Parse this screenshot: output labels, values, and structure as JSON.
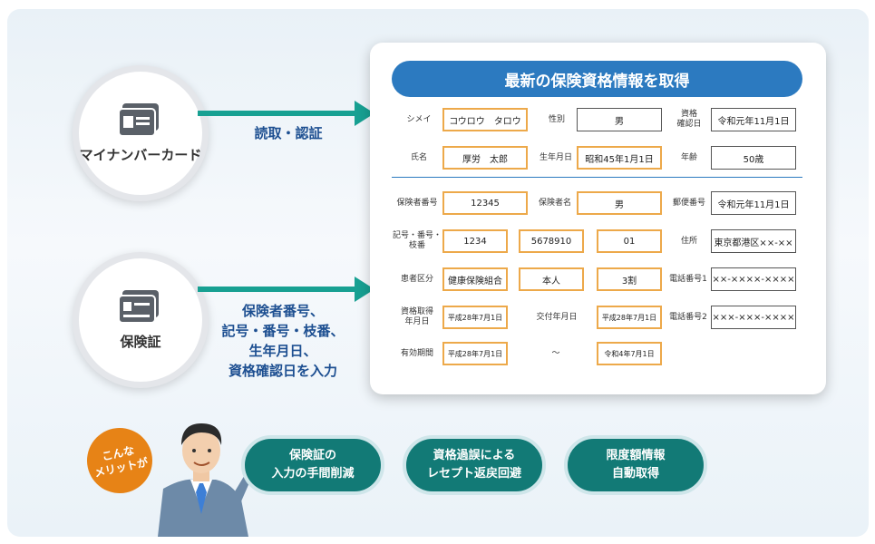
{
  "circles": {
    "mynumber": {
      "label": "マイナンバーカード"
    },
    "insurance": {
      "label": "保険証"
    }
  },
  "arrows": {
    "top_label": "読取・認証",
    "bottom_lines": [
      "保険者番号、",
      "記号・番号・枝番、",
      "生年月日、",
      "資格確認日を入力"
    ]
  },
  "panel": {
    "title": "最新の保険資格情報を取得",
    "fields": {
      "kana_label": "シメイ",
      "kana_value": "コウロウ　タロウ",
      "sex_label": "性別",
      "sex_value": "男",
      "confirm_label": "資格\n確認日",
      "confirm_value": "令和元年11月1日",
      "name_label": "氏名",
      "name_value": "厚労　太郎",
      "birth_label": "生年月日",
      "birth_value": "昭和45年1月1日",
      "age_label": "年齢",
      "age_value": "50歳",
      "insurer_no_label": "保険者番号",
      "insurer_no_value": "12345",
      "insurer_name_label": "保険者名",
      "insurer_name_value": "男",
      "postal_label": "郵便番号",
      "postal_value": "令和元年11月1日",
      "symbol_label": "記号・番号・\n枝番",
      "symbol_value": "1234",
      "number_value": "5678910",
      "branch_value": "01",
      "address_label": "住所",
      "address_value": "東京都港区××-××",
      "patient_label": "患者区分",
      "patient_value": "健康保険組合",
      "patient_type_value": "本人",
      "ratio_value": "3割",
      "tel1_label": "電話番号1",
      "tel1_value": "××-××××-××××",
      "acquire_label": "資格取得\n年月日",
      "acquire_value": "平成28年7月1日",
      "issue_label": "交付年月日",
      "issue_value": "平成28年7月1日",
      "tel2_label": "電話番号2",
      "tel2_value": "×××-×××-××××",
      "valid_label": "有効期間",
      "valid_from": "平成28年7月1日",
      "valid_sep": "～",
      "valid_to": "令和4年7月1日"
    }
  },
  "badge": {
    "text": "こんな\nメリットが"
  },
  "merits": [
    {
      "text": "保険証の\n入力の手間削減"
    },
    {
      "text": "資格過誤による\nレセプト返戻回避"
    },
    {
      "text": "限度額情報\n自動取得"
    }
  ],
  "colors": {
    "teal": "#17a092",
    "blue": "#2c7ac0",
    "orange": "#eda94a",
    "pill": "#127a76",
    "badge": "#e78316"
  }
}
